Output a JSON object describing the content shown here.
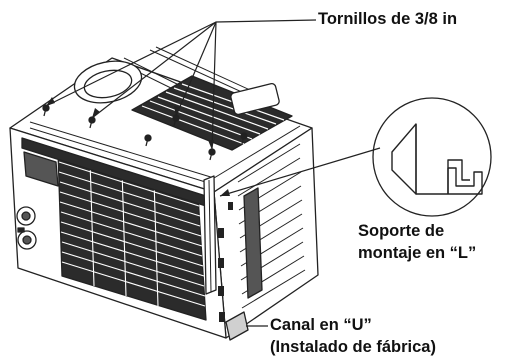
{
  "labels": {
    "screws": "Tornillos de 3/8 in",
    "bracket_line1": "Soporte de",
    "bracket_line2": "montaje en “L”",
    "channel_line1": "Canal en “U”",
    "channel_line2": "(Instalado de fábrica)"
  },
  "colors": {
    "line": "#222222",
    "fill": "#ffffff",
    "grille": "#2b2b2b",
    "shade": "#9a9a9a"
  }
}
